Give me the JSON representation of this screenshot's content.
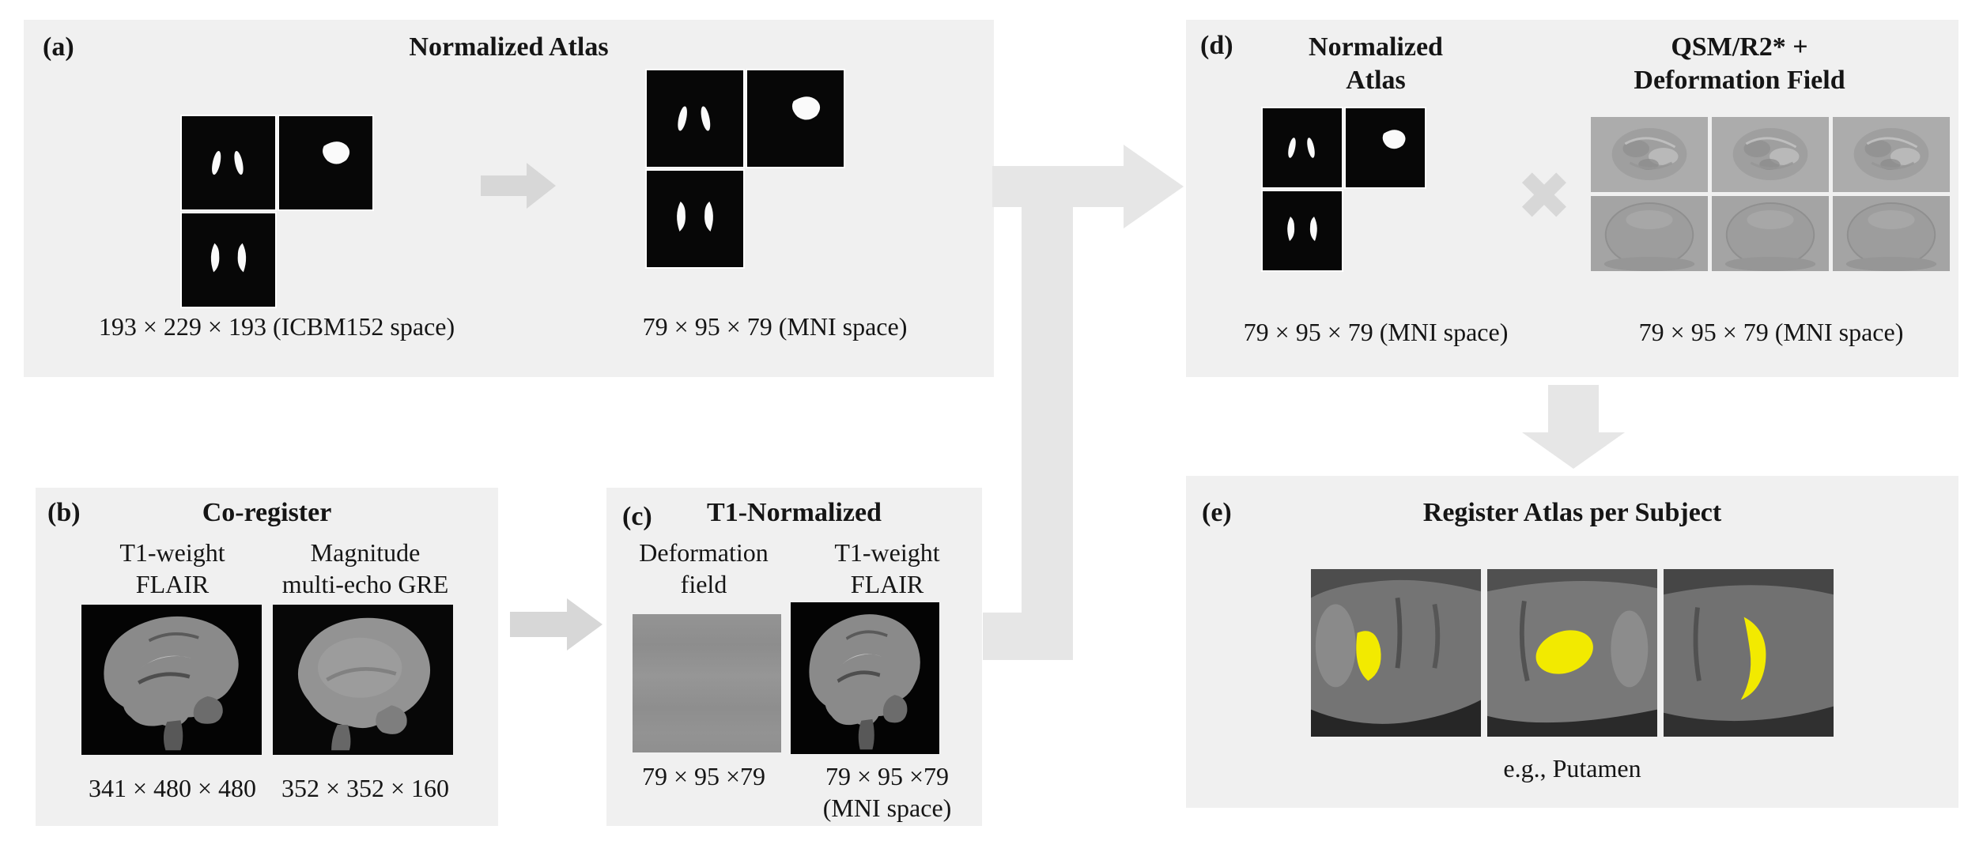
{
  "colors": {
    "panel_bg": "#f0f0f0",
    "arrow_gray": "#d7d7d7",
    "connector_gray": "#e6e6e6",
    "text": "#151515",
    "putamen_yellow": "#f2ea00"
  },
  "panels": {
    "a": {
      "label": "(a)",
      "title": "Normalized Atlas",
      "caption_left": "193 × 229 × 193 (ICBM152 space)",
      "caption_right": "79 × 95 × 79 (MNI space)"
    },
    "b": {
      "label": "(b)",
      "title": "Co-register",
      "col1_label": "T1-weight\nFLAIR",
      "col2_label": "Magnitude\nmulti-echo GRE",
      "caption_left": "341 × 480 × 480",
      "caption_right": "352 × 352 × 160"
    },
    "c": {
      "label": "(c)",
      "title": "T1-Normalized",
      "col1_label": "Deformation\nfield",
      "col2_label": "T1-weight\nFLAIR",
      "caption_left": "79 × 95 ×79",
      "caption_right": "79 × 95 ×79\n(MNI space)"
    },
    "d": {
      "label": "(d)",
      "title_left": "Normalized\nAtlas",
      "title_right": "QSM/R2* +\nDeformation Field",
      "caption_left": "79 × 95 × 79 (MNI space)",
      "caption_right": "79 × 95 × 79 (MNI space)",
      "multiply_glyph": "✖"
    },
    "e": {
      "label": "(e)",
      "title": "Register Atlas per Subject",
      "caption": "e.g., Putamen"
    }
  }
}
